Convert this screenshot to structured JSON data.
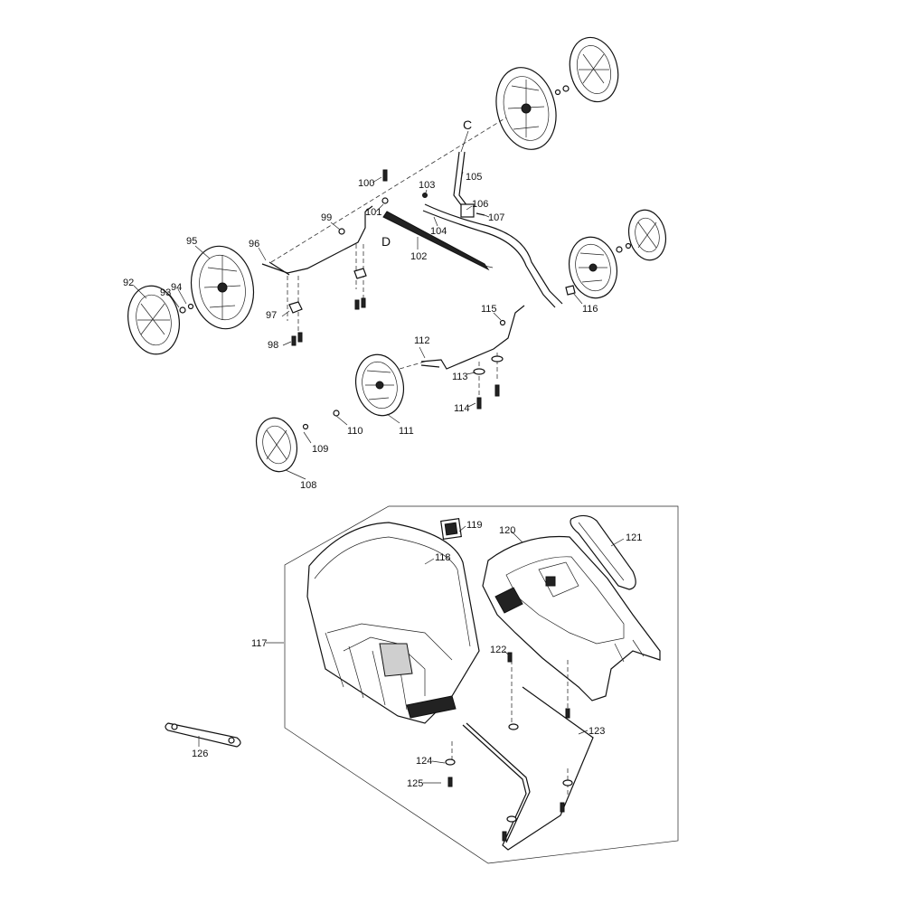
{
  "callouts": {
    "p92": "92",
    "p93": "93",
    "p94": "94",
    "p95": "95",
    "p96": "96",
    "p97": "97",
    "p98": "98",
    "p99": "99",
    "p100": "100",
    "p101": "101",
    "p102": "102",
    "p103": "103",
    "p104": "104",
    "p105": "105",
    "p106": "106",
    "p107": "107",
    "p108": "108",
    "p109": "109",
    "p110": "110",
    "p111": "111",
    "p112": "112",
    "p113": "113",
    "p114": "114",
    "p115": "115",
    "p116": "116",
    "p117": "117",
    "p118": "118",
    "p119": "119",
    "p120": "120",
    "p121": "121",
    "p122": "122",
    "p123": "123",
    "p124": "124",
    "p125": "125",
    "p126": "126"
  },
  "markers": {
    "c": "C",
    "d": "D"
  }
}
